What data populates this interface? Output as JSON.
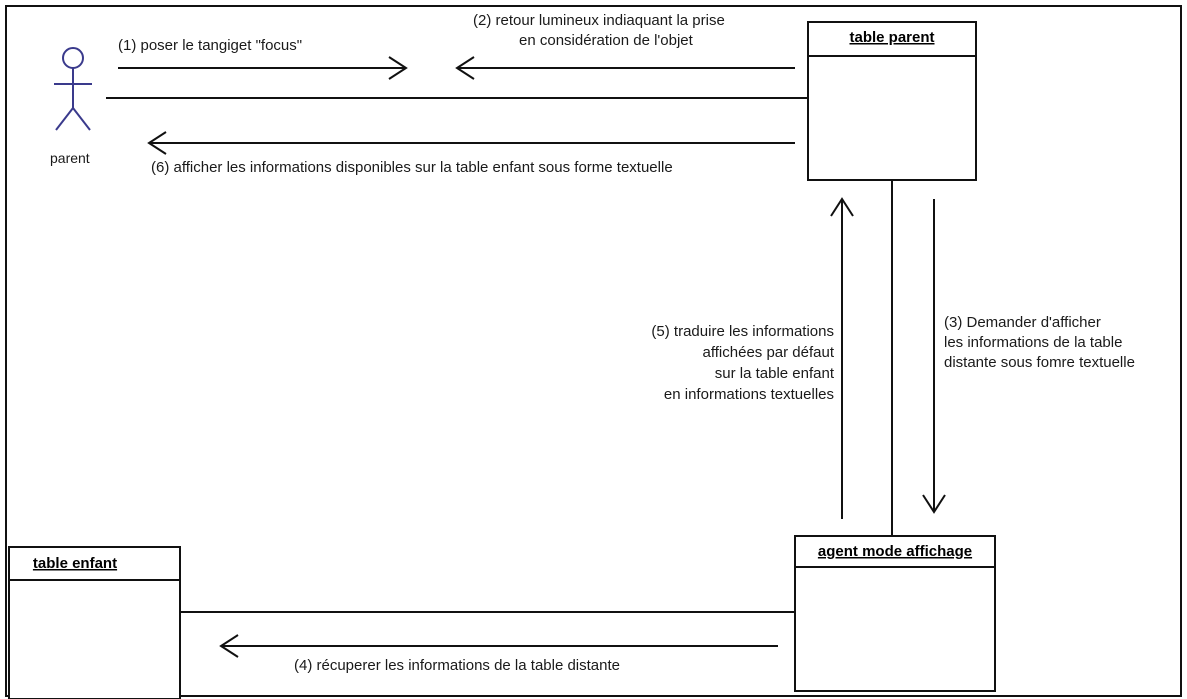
{
  "actor": {
    "name": "parent"
  },
  "objects": {
    "table_parent": "table parent",
    "table_enfant": "table enfant",
    "agent": "agent mode affichage"
  },
  "messages": {
    "m1": "(1) poser le tangiget \"focus\"",
    "m2_line1": "(2) retour lumineux indiaquant la prise",
    "m2_line2": "en considération de l'objet",
    "m3_line1": "(3) Demander d'afficher",
    "m3_line2": "les informations de la table",
    "m3_line3": "distante sous fomre textuelle",
    "m4": "(4) récuperer les informations de la table distante",
    "m5_line1": "(5) traduire les informations",
    "m5_line2": "affichées par défaut",
    "m5_line3": "sur la table enfant",
    "m5_line4": "en informations textuelles",
    "m6": "(6) afficher les informations disponibles sur la table enfant sous forme textuelle"
  }
}
